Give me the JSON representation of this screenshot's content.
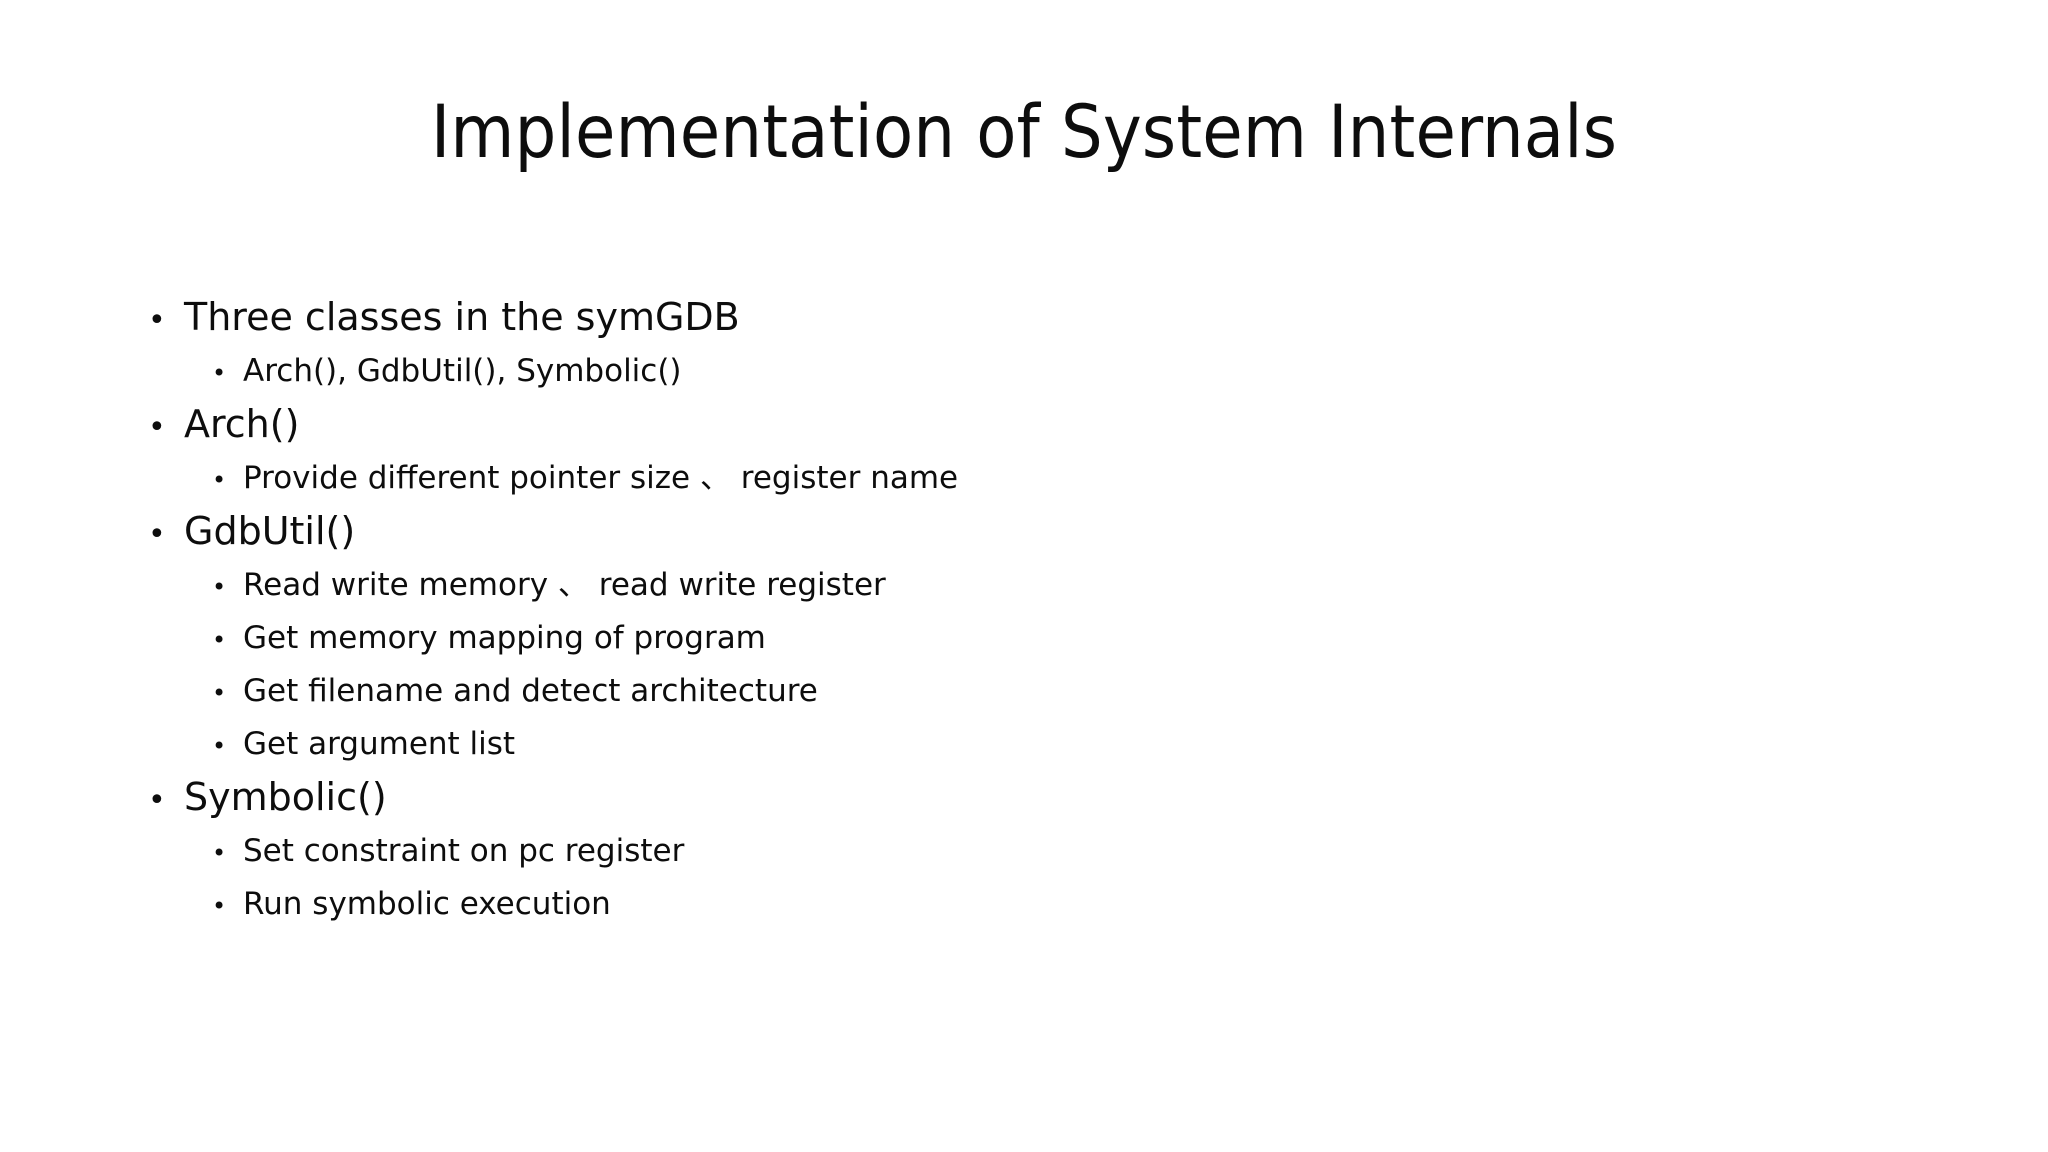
{
  "slide": {
    "title": "Implementation of System Internals",
    "background_color": "#ffffff",
    "text_color": "#0d0d0d",
    "bullet_glyph": "•",
    "content": [
      {
        "level": 1,
        "text": "Three classes in the symGDB"
      },
      {
        "level": 2,
        "text": "Arch(), GdbUtil(), Symbolic()"
      },
      {
        "level": 1,
        "text": "Arch()"
      },
      {
        "level": 2,
        "text": "Provide different pointer size 、 register name"
      },
      {
        "level": 1,
        "text": "GdbUtil()"
      },
      {
        "level": 2,
        "text": "Read write memory 、 read write register"
      },
      {
        "level": 2,
        "text": "Get memory mapping of program"
      },
      {
        "level": 2,
        "text": "Get filename and detect architecture"
      },
      {
        "level": 2,
        "text": "Get argument list"
      },
      {
        "level": 1,
        "text": "Symbolic()"
      },
      {
        "level": 2,
        "text": "Set constraint on pc register"
      },
      {
        "level": 2,
        "text": "Run symbolic execution"
      }
    ]
  }
}
